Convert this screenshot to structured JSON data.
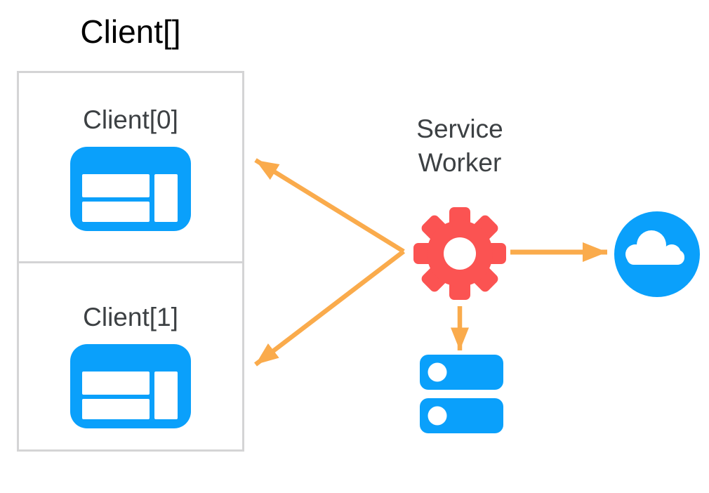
{
  "title": "Client[]",
  "clients": [
    {
      "label": "Client[0]",
      "icon": "browser-window-icon"
    },
    {
      "label": "Client[1]",
      "icon": "browser-window-icon"
    }
  ],
  "service_worker": {
    "label": "Service Worker",
    "icon": "gear-icon"
  },
  "network": {
    "icon": "cloud-icon"
  },
  "storage": {
    "icon": "storage-server-icon"
  },
  "edges": [
    {
      "from": "service-worker",
      "to": "client-0",
      "style": "orange-arrow"
    },
    {
      "from": "service-worker",
      "to": "client-1",
      "style": "orange-arrow"
    },
    {
      "from": "service-worker",
      "to": "network-cloud",
      "style": "orange-arrow"
    },
    {
      "from": "service-worker",
      "to": "storage",
      "style": "orange-arrow"
    }
  ],
  "colors": {
    "blue": "#0AA0FB",
    "red": "#FB5352",
    "orange": "#FAAB4C",
    "border": "#D4D4D5",
    "label_text": "#3C4043",
    "title_text": "#000000"
  }
}
